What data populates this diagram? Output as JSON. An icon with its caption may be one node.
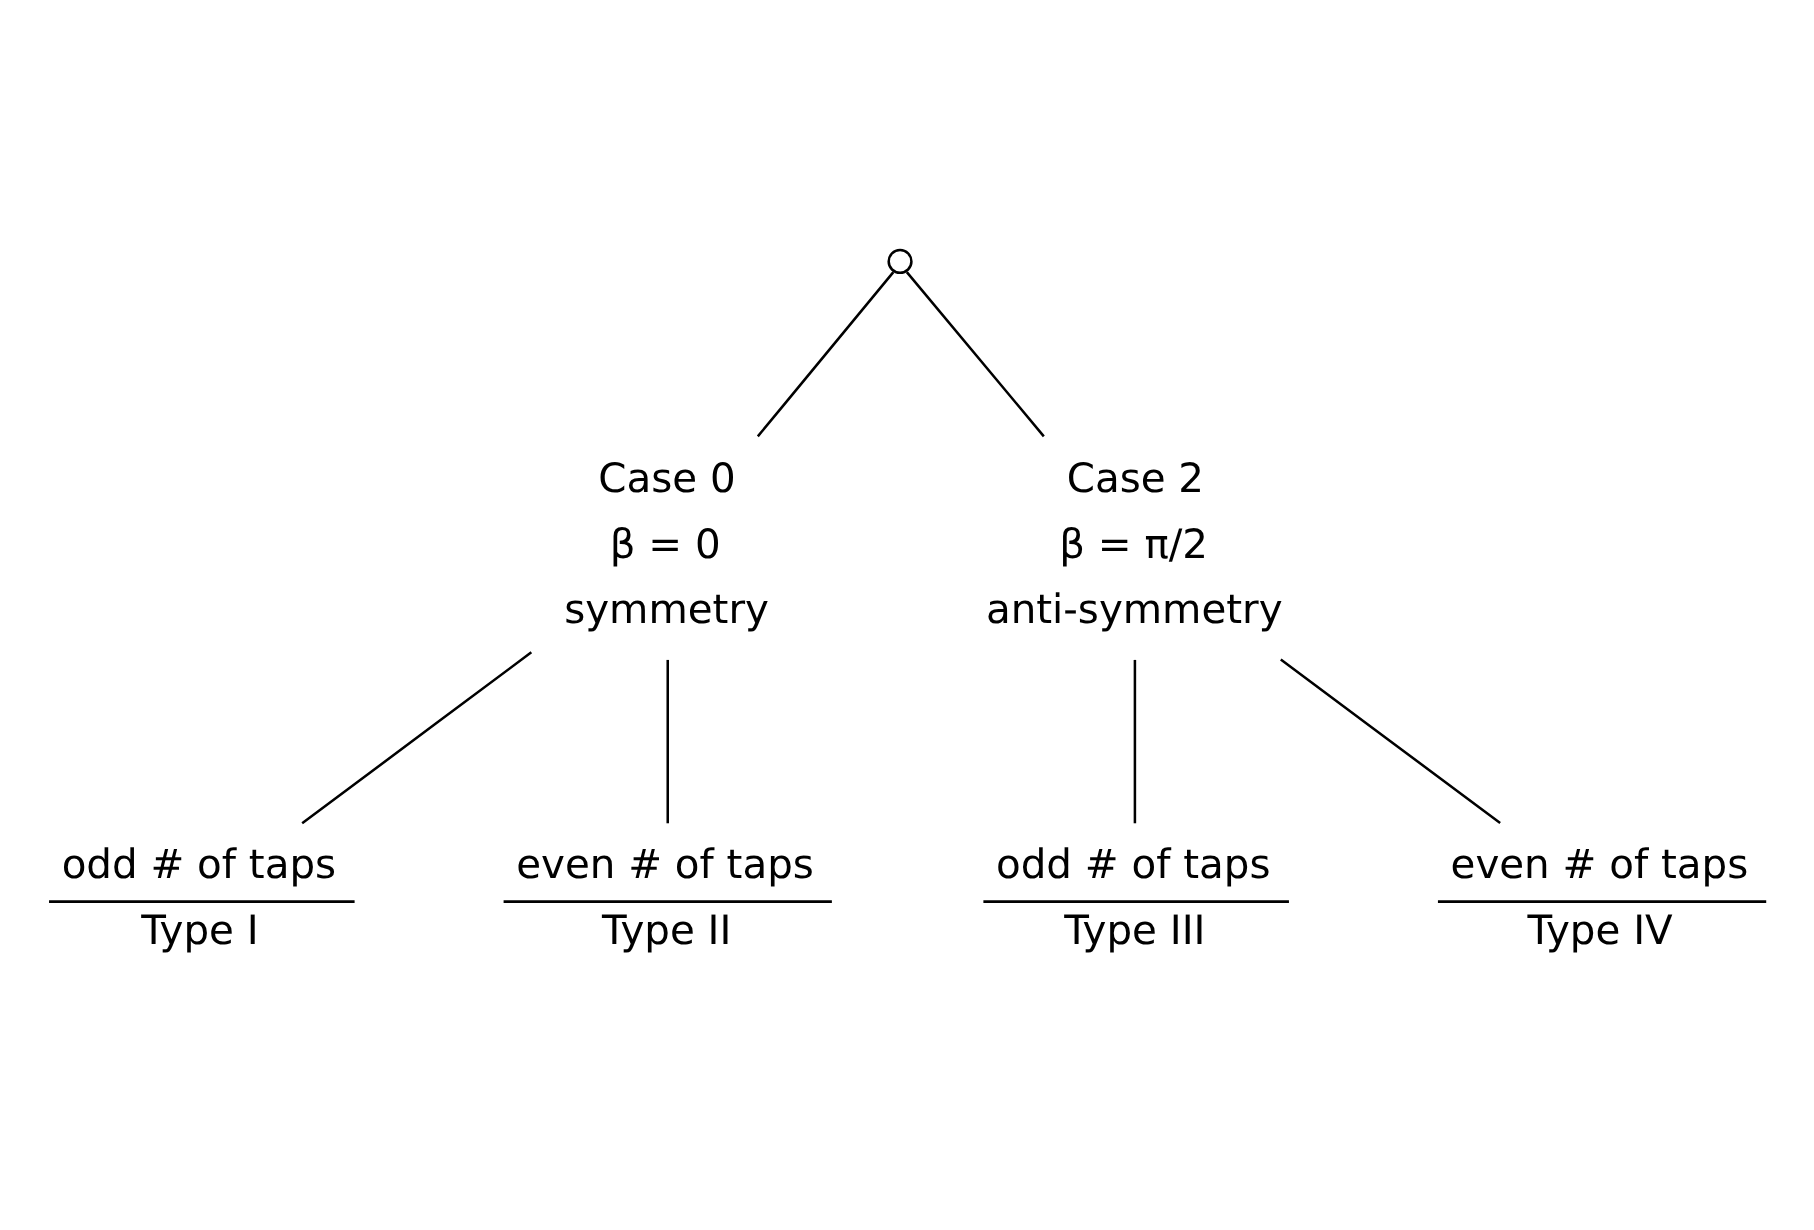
{
  "diagram": {
    "nodes": [
      {
        "text": [],
        "shape": "circle"
      },
      {
        "text": [
          "Case 0",
          "β = 0",
          "symmetry"
        ]
      },
      {
        "text": [
          "Case 2",
          "β = π/2",
          "anti-symmetry"
        ]
      },
      {
        "text": [
          "odd # of taps",
          "Type I"
        ]
      },
      {
        "text": [
          "even # of taps",
          "Type II"
        ]
      },
      {
        "text": [
          "odd # of taps",
          "Type III"
        ]
      },
      {
        "text": [
          "even # of taps",
          "Type IV"
        ]
      }
    ],
    "edges": [
      {
        "from": 0,
        "to": 1,
        "arrow": "none"
      },
      {
        "from": 0,
        "to": 2,
        "arrow": "none"
      },
      {
        "from": 1,
        "to": 3,
        "arrow": "none"
      },
      {
        "from": 1,
        "to": 4,
        "arrow": "none"
      },
      {
        "from": 2,
        "to": 5,
        "arrow": "none"
      },
      {
        "from": 2,
        "to": 6,
        "arrow": "none"
      }
    ]
  }
}
